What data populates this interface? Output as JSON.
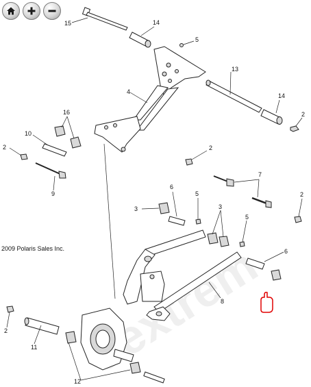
{
  "toolbar": {
    "home_icon": "home-icon",
    "zoom_in_icon": "zoom-in-icon",
    "zoom_out_icon": "zoom-out-icon"
  },
  "diagram": {
    "copyright": "2009 Polaris Sales Inc.",
    "watermark": "dextrem",
    "callouts": {
      "c15": "15",
      "c14a": "14",
      "c5a": "5",
      "c13": "13",
      "c4": "4",
      "c14b": "14",
      "c16": "16",
      "c10": "10",
      "c2a": "2",
      "c9": "9",
      "c2b": "2",
      "c2c": "2",
      "c7": "7",
      "c6a": "6",
      "c5b": "5",
      "c3a": "3",
      "c3b": "3",
      "c2d": "2",
      "c6b": "6",
      "c8": "8",
      "c2e": "2",
      "c11": "11",
      "c12": "12"
    },
    "cursor_icon": "hand-cursor-icon",
    "cursor_color": "#e00000"
  }
}
